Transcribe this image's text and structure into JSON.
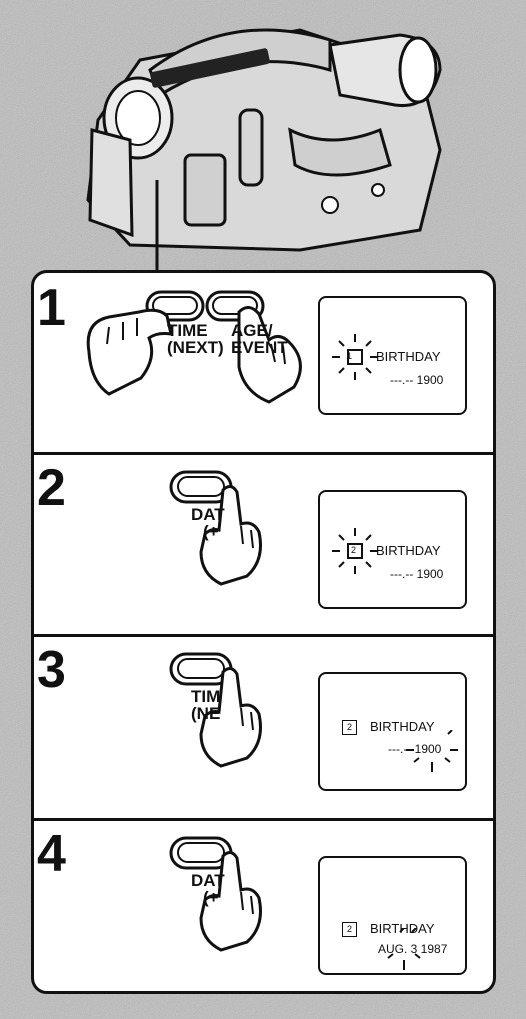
{
  "steps": [
    {
      "number": "1",
      "buttons": [
        {
          "label_line1": "TIME",
          "label_line2": "(NEXT)"
        },
        {
          "label_line1": "AGE/",
          "label_line2": "EVENT"
        }
      ],
      "display": {
        "cursor": "1",
        "title": "BIRTHDAY",
        "date": "---.-- 1900"
      }
    },
    {
      "number": "2",
      "buttons": [
        {
          "label_line1": "DAT",
          "label_line2": "(+"
        }
      ],
      "display": {
        "cursor": "2",
        "title": "BIRTHDAY",
        "date": "---.-- 1900"
      }
    },
    {
      "number": "3",
      "buttons": [
        {
          "label_line1": "TIM",
          "label_line2": "(NE"
        }
      ],
      "display": {
        "cursor": "2",
        "title": "BIRTHDAY",
        "date": "---.-- 1900"
      }
    },
    {
      "number": "4",
      "buttons": [
        {
          "label_line1": "DAT",
          "label_line2": "(+"
        }
      ],
      "display": {
        "cursor": "2",
        "title": "BIRTHDAY",
        "date": "AUG. 3 1987"
      }
    }
  ],
  "colors": {
    "ink": "#111111",
    "paper": "#ffffff",
    "background": "#bdbdbd"
  }
}
